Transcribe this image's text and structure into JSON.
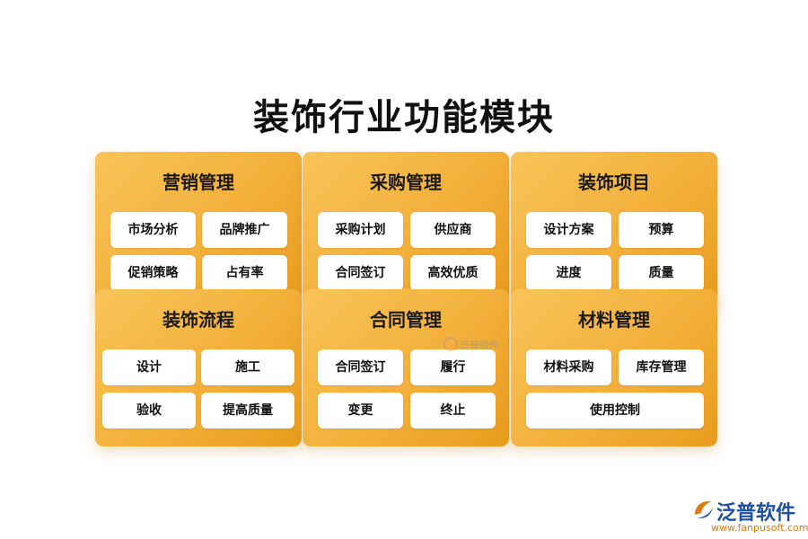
{
  "title": "装饰行业功能模块",
  "modules": [
    {
      "title": "营销管理",
      "items": [
        "市场分析",
        "品牌推广",
        "促销策略",
        "占有率"
      ]
    },
    {
      "title": "采购管理",
      "items": [
        "采购计划",
        "供应商",
        "合同签订",
        "高效优质"
      ]
    },
    {
      "title": "装饰项目",
      "items": [
        "设计方案",
        "预算",
        "进度",
        "质量"
      ]
    },
    {
      "title": "装饰流程",
      "items": [
        "设计",
        "施工",
        "验收",
        "提高质量"
      ]
    },
    {
      "title": "合同管理",
      "items": [
        "合同签订",
        "履行",
        "变更",
        "终止"
      ]
    },
    {
      "title": "材料管理",
      "items": [
        "材料采购",
        "库存管理",
        "使用控制"
      ]
    }
  ],
  "watermark": "泛普软件",
  "logo": {
    "name": "泛普软件",
    "url": "www.fanpusoft.com",
    "icon": "fanpu-logo-icon"
  },
  "colors": {
    "card_top": "#f8c45a",
    "card_bottom": "#e99c1c",
    "logo_blue": "#1f4fa3",
    "logo_orange": "#e07a10"
  }
}
